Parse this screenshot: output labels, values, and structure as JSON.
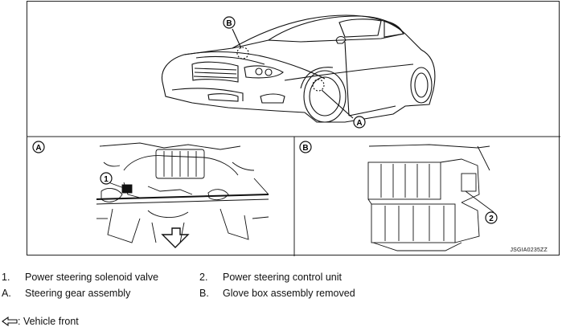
{
  "figure": {
    "callouts": {
      "A": "A",
      "B": "B",
      "one": "1",
      "two": "2"
    },
    "image_code": "JSGIA0235ZZ"
  },
  "legend": [
    {
      "num": "1.",
      "text": "Power steering solenoid valve"
    },
    {
      "num": "2.",
      "text": "Power steering control unit"
    },
    {
      "num": "A.",
      "text": "Steering gear assembly"
    },
    {
      "num": "B.",
      "text": "Glove box assembly removed"
    }
  ],
  "vehicle_front": {
    "label": ": Vehicle front",
    "icon": "arrow-left-icon"
  }
}
